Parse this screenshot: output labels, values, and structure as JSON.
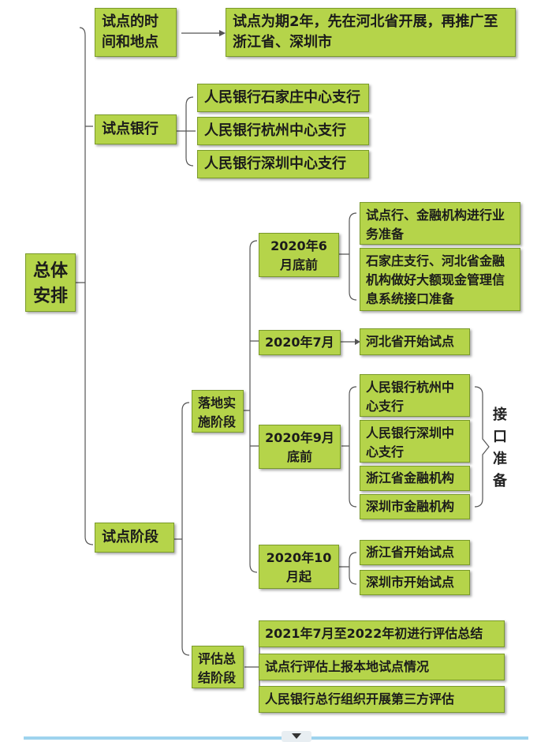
{
  "root": "总体安排",
  "time_place": {
    "label": "试点的时间和地点",
    "detail": "试点为期2年，先在河北省开展，再推广至浙江省、深圳市"
  },
  "banks": {
    "label": "试点银行",
    "items": [
      "人民银行石家庄中心支行",
      "人民银行杭州中心支行",
      "人民银行深圳中心支行"
    ]
  },
  "stages": {
    "label": "试点阶段",
    "implementation": {
      "label": "落地实施阶段",
      "june": {
        "label": "2020年6月底前",
        "items": [
          "试点行、金融机构进行业务准备",
          "石家庄支行、河北省金融机构做好大额现金管理信息系统接口准备"
        ]
      },
      "july": {
        "label": "2020年7月",
        "items": [
          "河北省开始试点"
        ]
      },
      "september": {
        "label": "2020年9月底前",
        "items": [
          "人民银行杭州中心支行",
          "人民银行深圳中心支行",
          "浙江省金融机构",
          "深圳市金融机构"
        ],
        "note": "接口准备"
      },
      "october": {
        "label": "2020年10月起",
        "items": [
          "浙江省开始试点",
          "深圳市开始试点"
        ]
      }
    },
    "evaluation": {
      "label": "评估总结阶段",
      "items": [
        "2021年7月至2022年初进行评估总结",
        "试点行评估上报本地试点情况",
        "人民银行总行组织开展第三方评估"
      ]
    }
  }
}
